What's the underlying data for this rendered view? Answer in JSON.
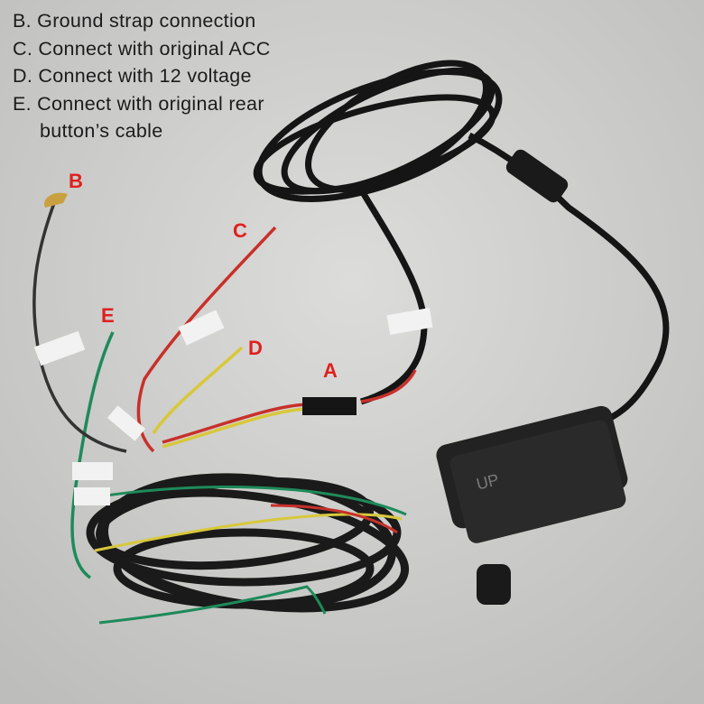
{
  "legend": {
    "items": [
      "B. Ground strap connection",
      "C. Connect with original ACC",
      "D. Connect with 12 voltage",
      "E. Connect with original rear",
      "button’s cable"
    ]
  },
  "markers": {
    "a": "A",
    "b": "B",
    "c": "C",
    "d": "D",
    "e": "E"
  },
  "module": {
    "logo": "UP"
  },
  "colors": {
    "background": "#cfcfcd",
    "marker": "#e0201e",
    "cable": "#141414",
    "red_wire": "#d0302a",
    "yellow_wire": "#d8c83a",
    "green_wire": "#1e8a5a"
  }
}
